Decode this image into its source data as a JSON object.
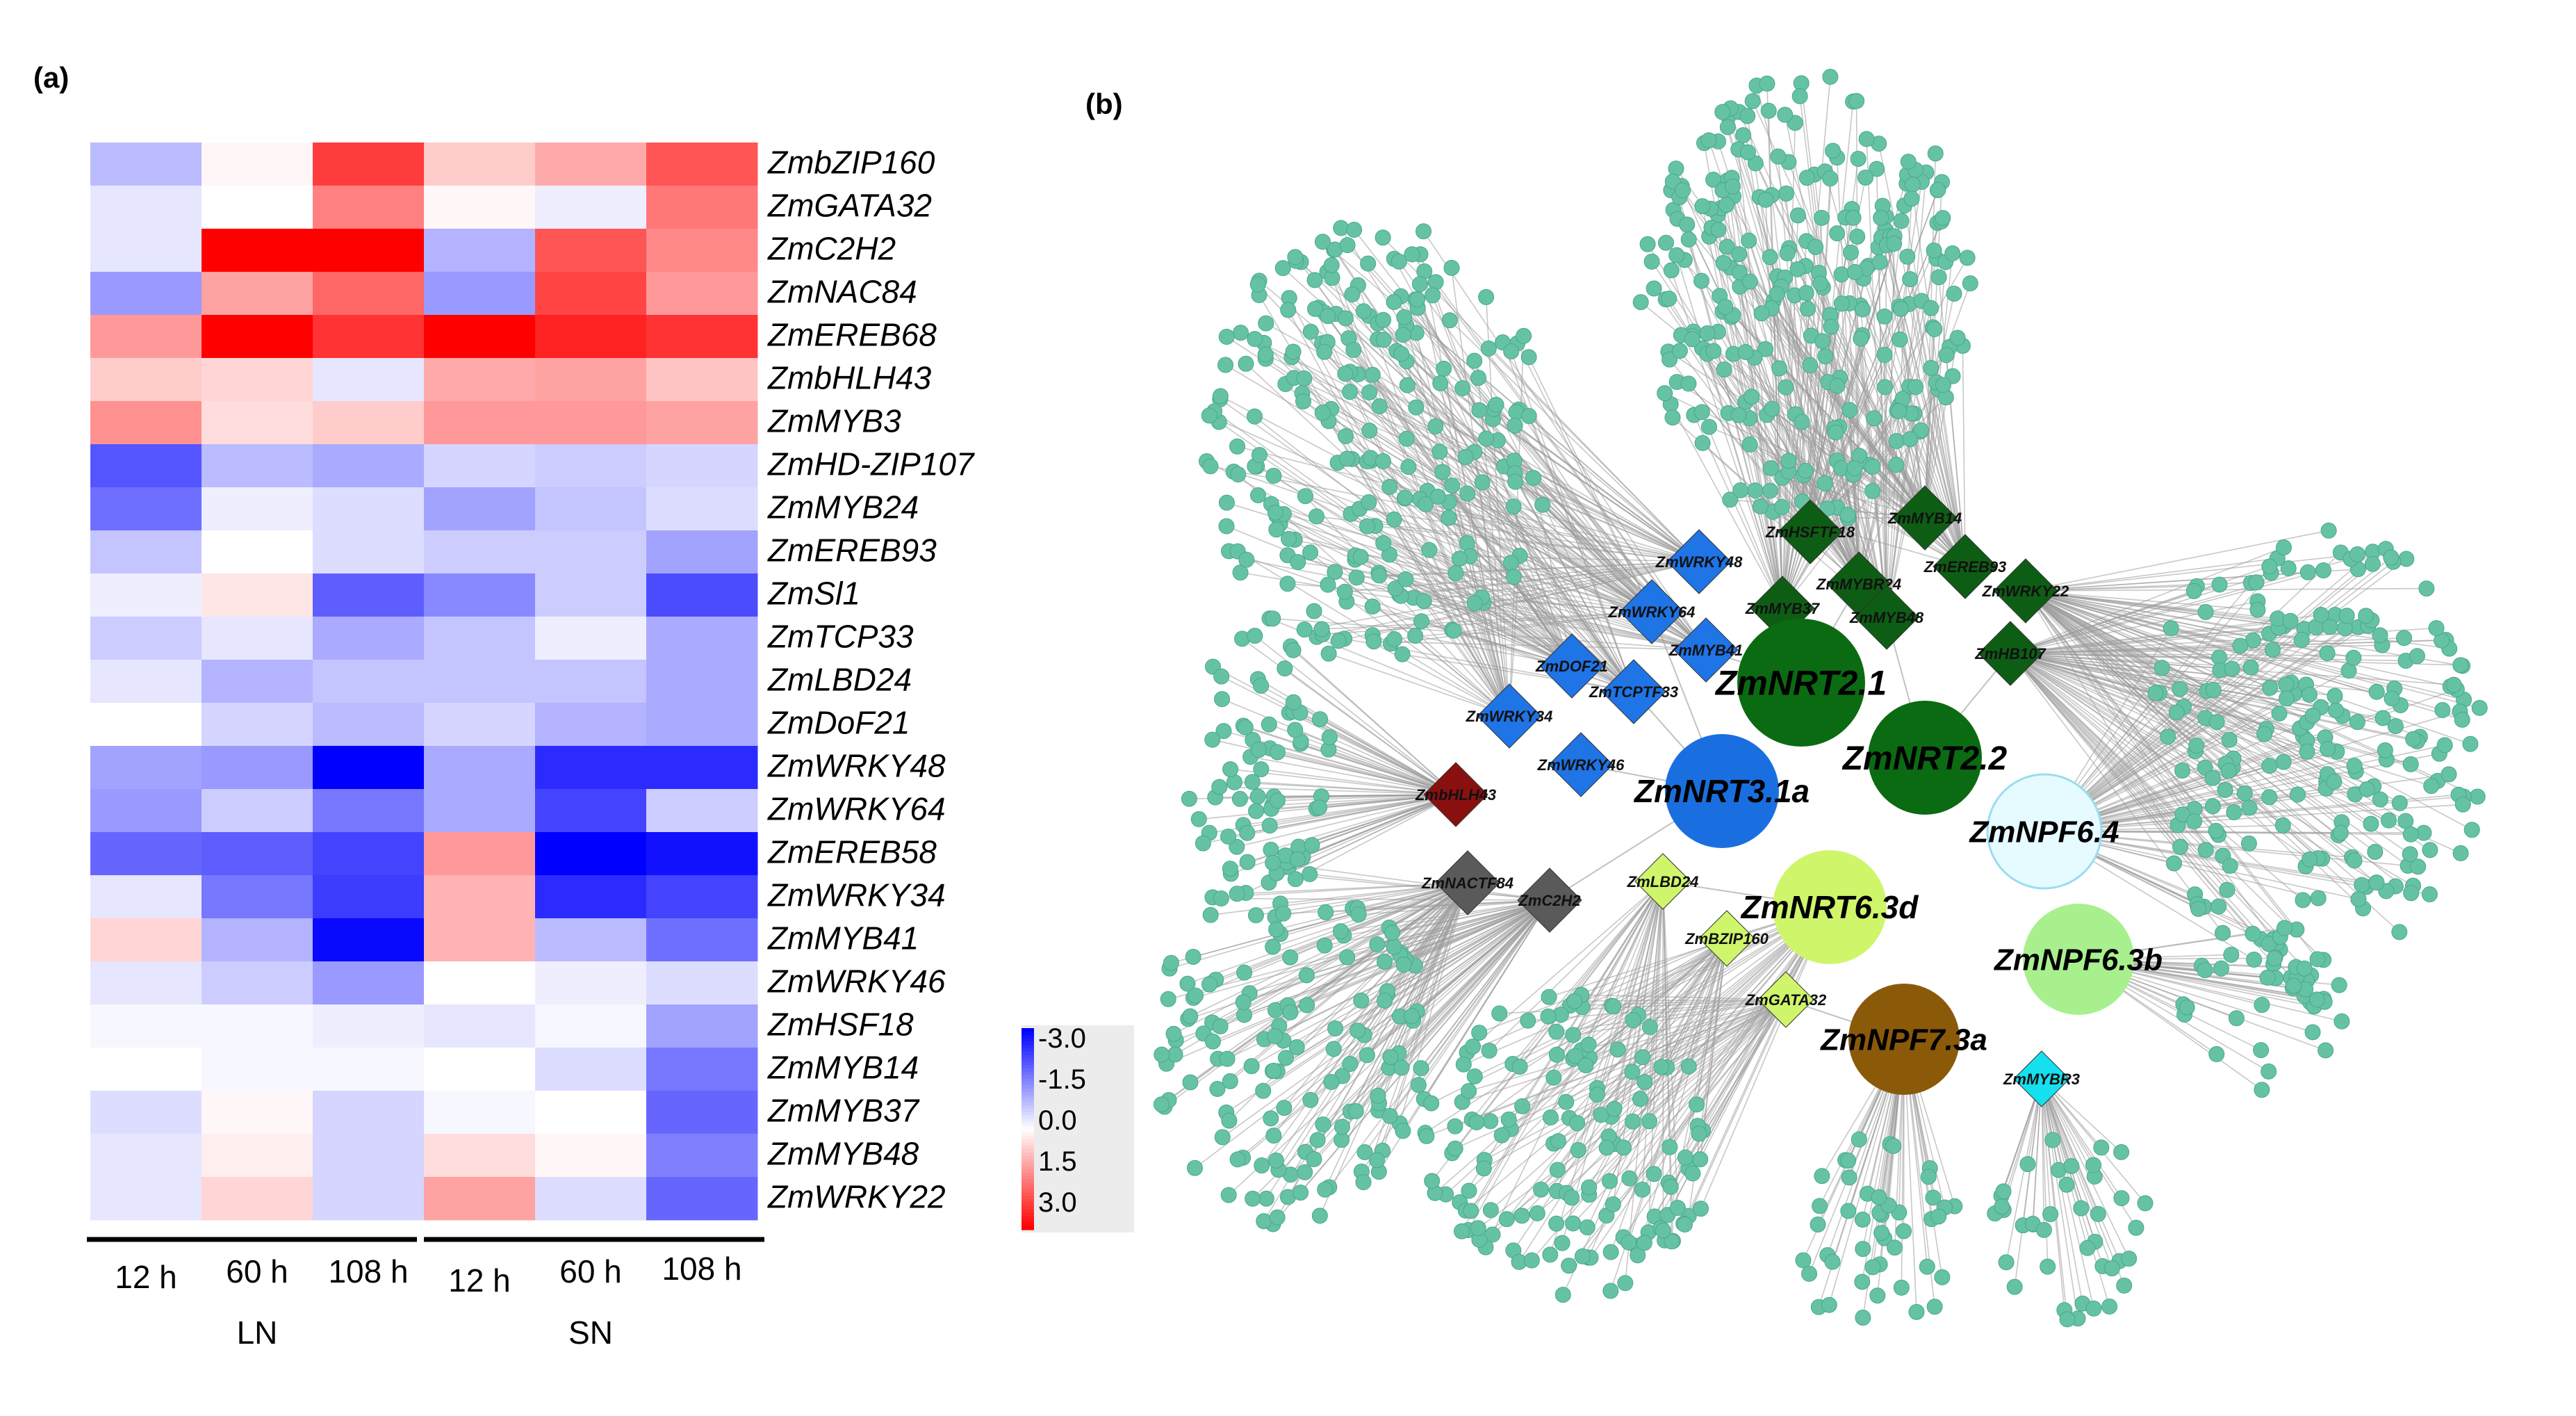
{
  "panel_a": {
    "label": "(a)",
    "chart_data": {
      "type": "heatmap",
      "columns": [
        "12 h",
        "60 h",
        "108 h",
        "12 h",
        "60 h",
        "108 h"
      ],
      "groups": [
        {
          "name": "LN",
          "columns": [
            0,
            1,
            2
          ]
        },
        {
          "name": "SN",
          "columns": [
            3,
            4,
            5
          ]
        }
      ],
      "rows": [
        {
          "gene": "ZmbZIP160",
          "values": [
            -0.8,
            0.1,
            2.3,
            0.6,
            1.0,
            2.0
          ]
        },
        {
          "gene": "ZmGATA32",
          "values": [
            -0.3,
            0.0,
            1.5,
            0.1,
            -0.2,
            1.6
          ]
        },
        {
          "gene": "ZmC2H2",
          "values": [
            -0.3,
            3.0,
            3.0,
            -0.9,
            2.0,
            1.4
          ]
        },
        {
          "gene": "ZmNAC84",
          "values": [
            -1.2,
            1.1,
            1.8,
            -1.2,
            2.2,
            1.2
          ]
        },
        {
          "gene": "ZmEREB68",
          "values": [
            1.2,
            3.0,
            2.4,
            3.0,
            2.6,
            2.4
          ]
        },
        {
          "gene": "ZmbHLH43",
          "values": [
            0.6,
            0.5,
            -0.3,
            1.0,
            1.1,
            0.7
          ]
        },
        {
          "gene": "ZmMYB3",
          "values": [
            1.3,
            0.4,
            0.6,
            1.2,
            1.2,
            1.1
          ]
        },
        {
          "gene": "ZmHD-ZIP107",
          "values": [
            -2.0,
            -0.8,
            -1.0,
            -0.5,
            -0.6,
            -0.5
          ]
        },
        {
          "gene": "ZmMYB24",
          "values": [
            -1.7,
            -0.2,
            -0.4,
            -1.1,
            -0.7,
            -0.4
          ]
        },
        {
          "gene": "ZmEREB93",
          "values": [
            -0.7,
            0.0,
            -0.4,
            -0.6,
            -0.6,
            -1.1
          ]
        },
        {
          "gene": "ZmSl1",
          "values": [
            -0.2,
            0.3,
            -1.9,
            -1.4,
            -0.6,
            -2.1
          ]
        },
        {
          "gene": "ZmTCP33",
          "values": [
            -0.6,
            -0.3,
            -1.0,
            -0.7,
            -0.2,
            -1.0
          ]
        },
        {
          "gene": "ZmLBD24",
          "values": [
            -0.3,
            -0.9,
            -0.7,
            -0.7,
            -0.7,
            -1.0
          ]
        },
        {
          "gene": "ZmDoF21",
          "values": [
            0.0,
            -0.5,
            -0.8,
            -0.5,
            -0.9,
            -1.0
          ]
        },
        {
          "gene": "ZmWRKY48",
          "values": [
            -1.1,
            -1.2,
            -3.0,
            -1.0,
            -2.5,
            -2.5
          ]
        },
        {
          "gene": "ZmWRKY64",
          "values": [
            -1.2,
            -0.6,
            -1.6,
            -1.0,
            -2.2,
            -0.6
          ]
        },
        {
          "gene": "ZmEREB58",
          "values": [
            -1.8,
            -1.9,
            -2.2,
            1.2,
            -3.0,
            -2.8
          ]
        },
        {
          "gene": "ZmWRKY34",
          "values": [
            -0.3,
            -1.6,
            -2.3,
            0.9,
            -2.5,
            -2.2
          ]
        },
        {
          "gene": "ZmMYB41",
          "values": [
            0.5,
            -0.9,
            -2.9,
            0.9,
            -0.8,
            -1.7
          ]
        },
        {
          "gene": "ZmWRKY46",
          "values": [
            -0.3,
            -0.6,
            -1.2,
            0.0,
            -0.2,
            -0.4
          ]
        },
        {
          "gene": "ZmHSF18",
          "values": [
            -0.1,
            -0.1,
            -0.2,
            -0.3,
            -0.1,
            -1.1
          ]
        },
        {
          "gene": "ZmMYB14",
          "values": [
            0.0,
            -0.1,
            -0.1,
            0.0,
            -0.4,
            -1.6
          ]
        },
        {
          "gene": "ZmMYB37",
          "values": [
            -0.4,
            0.1,
            -0.5,
            -0.1,
            0.0,
            -1.8
          ]
        },
        {
          "gene": "ZmMYB48",
          "values": [
            -0.3,
            0.2,
            -0.5,
            0.4,
            0.1,
            -1.5
          ]
        },
        {
          "gene": "ZmWRKY22",
          "values": [
            -0.3,
            0.5,
            -0.5,
            1.1,
            -0.4,
            -1.8
          ]
        }
      ],
      "color_scale": {
        "min": -3.0,
        "max": 3.0,
        "low_color": "#0000ff",
        "mid_color": "#ffffff",
        "high_color": "#ff0000",
        "legend_ticks": [
          "-3.0",
          "-1.5",
          "0.0",
          "1.5",
          "3.0"
        ]
      }
    }
  },
  "panel_b": {
    "label": "(b)",
    "colors": {
      "leaf_node": "#66c2a5",
      "edge": "#9a9a9a",
      "nrt2_dark_green": "#0b6b12",
      "nrt3_blue": "#1a6fe0",
      "npf6_4_light_cyan": "#e6fbff",
      "nrt6_3d_lime": "#cff56b",
      "npf6_3b_light_green": "#a8f08e",
      "npf7_3a_brown": "#8b5a09",
      "wrky_blue_diamond": "#1f74e6",
      "myb_green_diamond": "#0d5e14",
      "bhlh_dark_red": "#8a1010",
      "nac_grey": "#5a5a5a",
      "lbd_yellowgreen": "#cff56b",
      "mybr3_cyan": "#14e0ee"
    },
    "hubs": [
      {
        "id": "nrt2-1",
        "label": "ZmNRT2.1"
      },
      {
        "id": "nrt2-2",
        "label": "ZmNRT2.2"
      },
      {
        "id": "nrt3-1a",
        "label": "ZmNRT3.1a"
      },
      {
        "id": "npf6-4",
        "label": "ZmNPF6.4"
      },
      {
        "id": "nrt6-3d",
        "label": "ZmNRT6.3d"
      },
      {
        "id": "npf6-3b",
        "label": "ZmNPF6.3b"
      },
      {
        "id": "npf7-3a",
        "label": "ZmNPF7.3a"
      }
    ],
    "tfs": [
      {
        "id": "wrky48",
        "label": "ZmWRKY48"
      },
      {
        "id": "wrky64",
        "label": "ZmWRKY64"
      },
      {
        "id": "myb41",
        "label": "ZmMYB41"
      },
      {
        "id": "dof21",
        "label": "ZmDOF21"
      },
      {
        "id": "tcptf33",
        "label": "ZmTCPTF33"
      },
      {
        "id": "wrky34",
        "label": "ZmWRKY34"
      },
      {
        "id": "wrky46",
        "label": "ZmWRKY46"
      },
      {
        "id": "hsftf18",
        "label": "ZmHSFTF18"
      },
      {
        "id": "myb14",
        "label": "ZmMYB14"
      },
      {
        "id": "ereb93",
        "label": "ZmEREB93"
      },
      {
        "id": "myb24",
        "label": "ZmMYBR24"
      },
      {
        "id": "myb37",
        "label": "ZmMYB37"
      },
      {
        "id": "myb48",
        "label": "ZmMYB48"
      },
      {
        "id": "wrky22",
        "label": "ZmWRKY22"
      },
      {
        "id": "hb107",
        "label": "ZmHB107"
      },
      {
        "id": "bhlh43",
        "label": "ZmbHLH43"
      },
      {
        "id": "nactf84",
        "label": "ZmNACTF84"
      },
      {
        "id": "c2h2",
        "label": "ZmC2H2"
      },
      {
        "id": "lbd24",
        "label": "ZmLBD24"
      },
      {
        "id": "bzip160",
        "label": "ZmBZIP160"
      },
      {
        "id": "gata32",
        "label": "ZmGATA32"
      },
      {
        "id": "mybr3",
        "label": "ZmMYBR3"
      }
    ]
  }
}
